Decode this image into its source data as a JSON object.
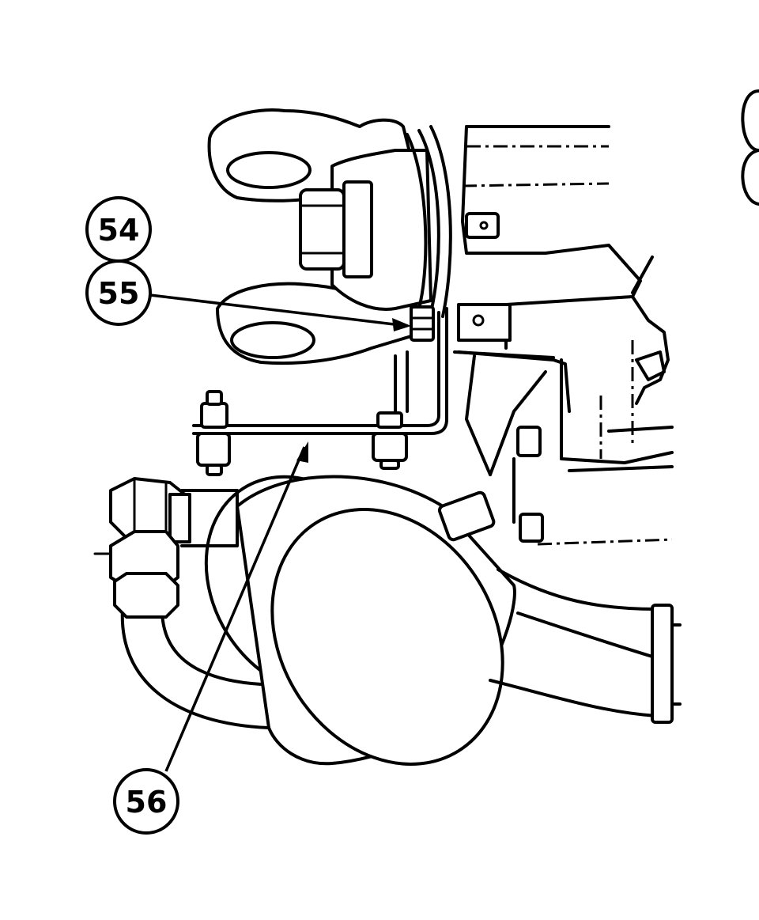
{
  "callouts": [
    {
      "id": "54",
      "label": "54"
    },
    {
      "id": "55",
      "label": "55"
    },
    {
      "id": "56",
      "label": "56"
    }
  ]
}
